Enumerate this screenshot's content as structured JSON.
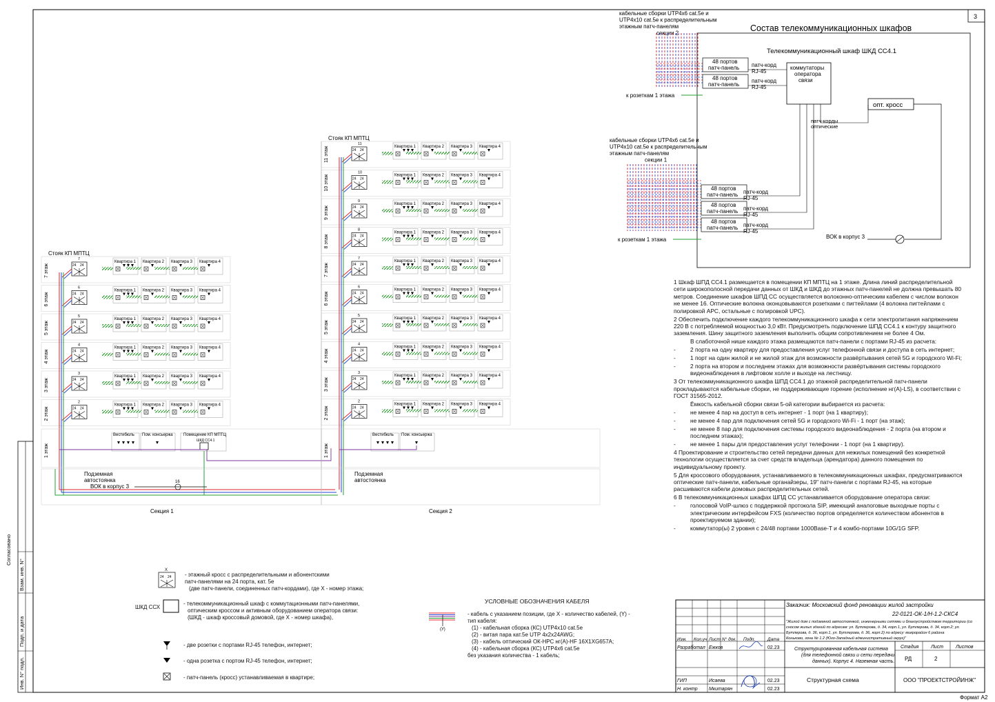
{
  "sheet_number": "3",
  "format_label": "Формат А2",
  "cabinet": {
    "title": "Состав телекоммуникационных шкафов",
    "subtitle": "Телекоммуникационный шкаф ШКД СС4.1",
    "cable_label_sec2": [
      "кабельные сборки UTP4x6 cat.5e  и",
      "UTP4x10 cat.5e к распределительным",
      "этажным патч-панелям",
      "секции 2"
    ],
    "cable_label_sec1": [
      "кабельные сборки UTP4x6 cat.5e  и",
      "UTP4x10 cat.5e к распределительным",
      "этажным патч-панелям",
      "секции 1"
    ],
    "panel_48": [
      "48 портов",
      "патч-панель"
    ],
    "patch_cord": [
      "патч-корд",
      "RJ-45"
    ],
    "switch": [
      "коммутаторы",
      "оператора",
      "связи"
    ],
    "opt_cross": "опт. кросс",
    "opt_cords": [
      "патч-корды",
      "оптические"
    ],
    "to_outlets": "к розеткам 1 этажа",
    "vok": "ВОК в корпус 3"
  },
  "diagram": {
    "riser1": "Стояк КП МПТЦ",
    "riser2": "Стояк КП МПТЦ",
    "section1": "Секция 1",
    "section2": "Секция 2",
    "apartments": [
      "Квартира 1",
      "Квартира 2",
      "Квартира 3",
      "Квартира 4"
    ],
    "floors_s1": [
      "7 этаж",
      "6 этаж",
      "5 этаж",
      "4 этаж",
      "3 этаж",
      "2 этаж"
    ],
    "floors_s2": [
      "11 этаж",
      "10 этаж",
      "9 этаж",
      "8 этаж",
      "7 этаж",
      "6 этаж",
      "5 этаж",
      "4 этаж",
      "3 этаж",
      "2 этаж"
    ],
    "floor1": "1 этаж",
    "vestibule": "Вестибюль",
    "concierge": "Пом. консьержа",
    "kp_room": "Помещение КП МПТЦ",
    "cabinet_mark": "ШКД СС4.1",
    "parking": [
      "Подземная",
      "автостоянка"
    ],
    "vok_s1": "ВОК в корпус 3",
    "port_num": "24"
  },
  "notes": [
    {
      "k": "n",
      "t": "1 Шкаф ШПД СС4.1 размещается в помещении КП МПТЦ  на 1 этаже. Длина линий распределительной сети широкополосной передачи данных от ШКД и ШКД до этажных патч-панелей не должна превышать 80 метров. Соединение шкафов ШПД СС осуществляется волоконно-оптическим кабелем с числом волокон не менее 16. Оптические волокна оконцовываются розетками с пигтейлами (4 волокна пигтейлами с полировкой APC, остальные с полировкой UPC)."
    },
    {
      "k": "n",
      "t": "2 Обеспечить подключение каждого телекоммуникационного шкафа к сети электропитания напряжением 220 В с потребляемой мощностью 3,0 кВт. Предусмотреть подключение ШПД СС4.1 к контуру защитного заземления. Шину защитного заземления выполнить общим сопротивлением не более 4 Ом."
    },
    {
      "k": "ind",
      "t": "В слаботочной нише каждого этажа размещаются патч-панели с портами RJ-45 из расчета:"
    },
    {
      "k": "dash",
      "t": "2 порта на одну квартиру для предоставления услуг телефонной связи и доступа в сеть интернет;"
    },
    {
      "k": "dash",
      "t": "1 порт на один жилой и не жилой этаж для возможности развёртывания сетей 5G и городского Wi-Fi;"
    },
    {
      "k": "dash",
      "t": "2 порта на втором и последнем этажах для возможности развёртывания системы городского видеонаблюдения в лифтовом холле и выходе на лестницу."
    },
    {
      "k": "n",
      "t": "3 От телекоммуникационного шкафа ШПД СС4.1 до этажной распределительной патч-панели прокладываются кабельные сборки, не поддерживающие горение (исполнение нг(А)-LS), в соответствии с ГОСТ 31565-2012."
    },
    {
      "k": "ind",
      "t": "Ёмкость кабельной сборки связи 5-ой категории выбирается из расчета:"
    },
    {
      "k": "dash",
      "t": "не менее 4 пар на доступ в сеть интернет - 1 порт (на 1 квартиру);"
    },
    {
      "k": "dash",
      "t": "не менее 4 пар для подключения сетей 5G и городского Wi-Fi - 1 порт (на этаж);"
    },
    {
      "k": "dash",
      "t": "не менее 8 пар для подключения системы городского видеонаблюдения - 2 порта (на втором и последнем этажах);"
    },
    {
      "k": "dash",
      "t": "не менее 1 пары для предоставления услуг телефонии - 1 порт (на 1 квартиру)."
    },
    {
      "k": "n",
      "t": "4 Проектирование и строительство сетей передачи данных для нежилых помещений без конкретной технологии осуществляется за счет средств владельца (арендатора) данного помещения по индивидуальному проекту."
    },
    {
      "k": "n",
      "t": "5 Для кроссового оборудования, устанавливаемого в телекоммуникационных шкафах, предусматриваются оптические патч-панели, кабельные органайзеры, 19\" патч-панели с портами RJ-45, на которые расшиваются кабели домовых распределительных сетей."
    },
    {
      "k": "n",
      "t": "6 В телекоммуникационных шкафах ШПД СС устанавливается оборудование оператора связи:"
    },
    {
      "k": "dash",
      "t": "голосовой VoIP-шлюз с поддержкой протокола SIP, имеющий аналоговые выходные порты с электрическим интерфейсом FXS (количество портов определяется количеством абонентов в проектируемом здании);"
    },
    {
      "k": "dash",
      "t": "коммутатор(ы) 2 уровня с 24/48 портами 1000Base-T и 4 комбо-портами 10G/1G SFP."
    }
  ],
  "legend": {
    "cross": [
      "- этажный кросс с распределительными и абонентскими",
      "патч-панелями на 24 порта, кат. 5е",
      "(две патч-панели, соединенных патч-кордами), где X - номер этажа;"
    ],
    "cabinet_sym": "ШКД ССХ",
    "cabinet": [
      "- телекоммуникационный шкаф с коммутационными патч-панелями,",
      "оптическим кроссом и активным оборудованием оператора связи:",
      "(ШКД - шкаф кроссовый домовой, где X - номер шкафа),"
    ],
    "two_outlets": "- две розетки с портами RJ-45 телефон, интернет;",
    "one_outlet": "- одна розетка с портом RJ-45 телефон, интернет;",
    "apt_panel": "- патч-панель (кросс) устанавливаемая в квартире;",
    "cable_title": "УСЛОВНЫЕ ОБОЗНАЧЕНИЯ КАБЕЛЯ",
    "cable": [
      "- кабель с указанием позиции, где Х - количество кабелей, (Y) -",
      "тип кабеля:",
      "(1) - кабельная сборка (КС) UTP4x10 cat.5e",
      "(2) - витая пара кат.5е UTP 4x2x24AWG;",
      "(3) - кабель оптический ОК-НРС нг(А)-HF 16Х1ХG657А;",
      "(4) - кабельная сборка (КС) UTP4x6 cat.5e",
      "без указания количества - 1 кабель;"
    ]
  },
  "side_labels": [
    "Согласовано",
    "Взам. инв. N°",
    "Подп. и дата",
    "Инв. N° подл."
  ],
  "title_block": {
    "customer": "Заказчик: Московский фонд реновации жилой застройки",
    "code": "22-0121-ОК-1/Н-1.2-СКС4",
    "object": [
      "\"Жилой дом с подземной автостоянкой, инженерными сетями и благоустройством территории (со",
      "сносом жилых зданий по адресам: ул. Бутлерова, д. 34, корп.1, ул. Бутлерова, д. 34, корп.2; ул.",
      "Бутлерова, д. 36, корп.1, ул. Бутлерова, д. 36, корп.2) по адресу: микрорайон 6 района",
      "Коньково, зона № 1.2 (Юго-Западный административный округ)\""
    ],
    "head": [
      "Изм.",
      "Кол.уч",
      "Лист",
      "N° док.",
      "Подп.",
      "Дата"
    ],
    "role1": "Разработал",
    "name1": "Ежков",
    "date1": "02.23",
    "role2": "ГИП",
    "name2": "Исаева",
    "date2": "02.23",
    "role3": "Н. контр",
    "name3": "Мкитарян",
    "date3": "02.23",
    "doc_title": [
      "Структурированная кабельная система",
      "(для телефонной связи и сети передачи",
      "данных). Корпус 4. Наземная часть."
    ],
    "stage_h": "Стадия",
    "sheet_h": "Лист",
    "sheets_h": "Листов",
    "stage": "РД",
    "sheet": "2",
    "scheme": "Структурная схема",
    "company": "ООО \"ПРОЕКТСТРОЙИНЖ\""
  }
}
